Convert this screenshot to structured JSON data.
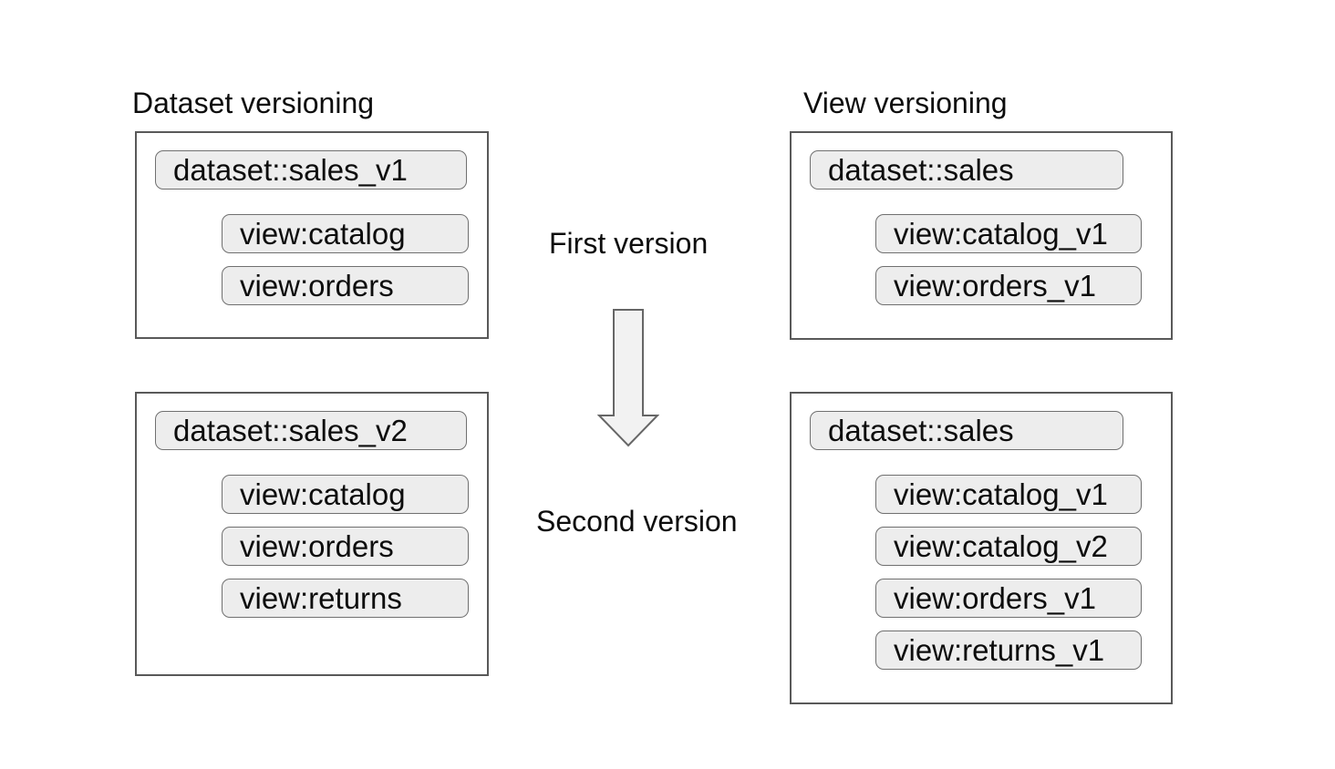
{
  "columns": {
    "dataset": {
      "title": "Dataset versioning"
    },
    "view": {
      "title": "View versioning"
    }
  },
  "boxes": {
    "dataset_first": {
      "dataset": "dataset::sales_v1",
      "views": [
        "view:catalog",
        "view:orders"
      ]
    },
    "dataset_second": {
      "dataset": "dataset::sales_v2",
      "views": [
        "view:catalog",
        "view:orders",
        "view:returns"
      ]
    },
    "view_first": {
      "dataset": "dataset::sales",
      "views": [
        "view:catalog_v1",
        "view:orders_v1"
      ]
    },
    "view_second": {
      "dataset": "dataset::sales",
      "views": [
        "view:catalog_v1",
        "view:catalog_v2",
        "view:orders_v1",
        "view:returns_v1"
      ]
    }
  },
  "center": {
    "first_label": "First version",
    "second_label": "Second version",
    "arrow_icon": "down-block-arrow"
  },
  "colors": {
    "background": "#ffffff",
    "box_border": "#595959",
    "pill_fill": "#ededed",
    "pill_border": "#707070",
    "arrow_fill": "#f2f2f2",
    "arrow_border": "#666666",
    "text": "#0d0d0d"
  }
}
